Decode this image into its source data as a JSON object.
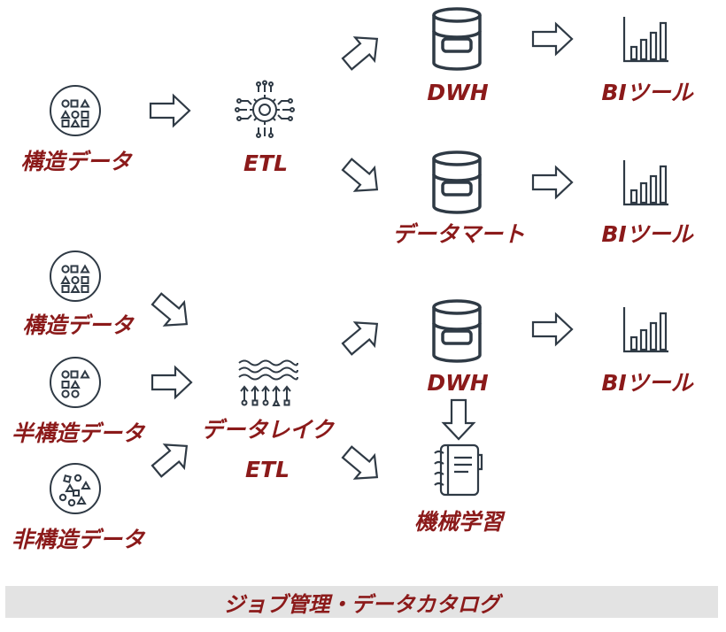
{
  "labels": {
    "structured_1": "構造データ",
    "etl_1": "ETL",
    "dwh_1": "DWH",
    "bi_1": "BIツール",
    "datamart": "データマート",
    "bi_2": "BIツール",
    "structured_2": "構造データ",
    "semi_structured": "半構造データ",
    "unstructured": "非構造データ",
    "datalake": "データレイク",
    "etl_2": "ETL",
    "dwh_2": "DWH",
    "bi_3": "BIツール",
    "ml": "機械学習"
  },
  "footer": {
    "text": "ジョブ管理・データカタログ"
  },
  "colors": {
    "label": "#8b1a1a",
    "icon_stroke": "#2f3a45",
    "footer_bg": "#e3e3e3"
  },
  "icons": {
    "structured": "shapes-grid-circle-icon",
    "semi_structured": "shapes-partial-circle-icon",
    "unstructured": "scattered-shapes-circle-icon",
    "etl": "gear-circuit-icon",
    "dwh": "database-cylinder-icon",
    "bi": "bar-chart-icon",
    "datalake": "waves-upload-icon",
    "ml": "notebook-icon",
    "arrow": "outline-arrow-icon"
  }
}
